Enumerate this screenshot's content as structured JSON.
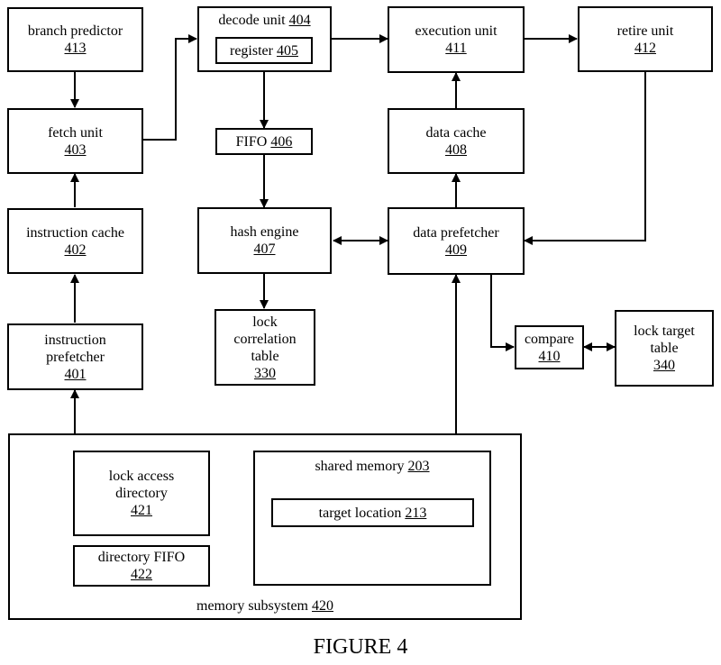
{
  "blocks": {
    "branch_predictor": {
      "label": "branch predictor",
      "num": "413"
    },
    "fetch_unit": {
      "label": "fetch unit",
      "num": "403"
    },
    "instruction_cache": {
      "label": "instruction cache",
      "num": "402"
    },
    "instruction_prefetcher": {
      "label1": "instruction",
      "label2": "prefetcher",
      "num": "401"
    },
    "decode_unit": {
      "label": "decode unit",
      "num": "404"
    },
    "register": {
      "label": "register",
      "num": "405"
    },
    "fifo": {
      "label": "FIFO",
      "num": "406"
    },
    "hash_engine": {
      "label": "hash engine",
      "num": "407"
    },
    "lock_correlation_table": {
      "label1": "lock",
      "label2": "correlation",
      "label3": "table",
      "num": "330"
    },
    "execution_unit": {
      "label": "execution unit",
      "num": "411"
    },
    "retire_unit": {
      "label": "retire unit",
      "num": "412"
    },
    "data_cache": {
      "label": "data cache",
      "num": "408"
    },
    "data_prefetcher": {
      "label": "data prefetcher",
      "num": "409"
    },
    "compare": {
      "label": "compare",
      "num": "410"
    },
    "lock_target_table": {
      "label1": "lock target",
      "label2": "table",
      "num": "340"
    },
    "memory_subsystem": {
      "label": "memory subsystem",
      "num": "420"
    },
    "lock_access_directory": {
      "label1": "lock access",
      "label2": "directory",
      "num": "421"
    },
    "directory_fifo": {
      "label": "directory FIFO",
      "num": "422"
    },
    "shared_memory": {
      "label": "shared memory",
      "num": "203"
    },
    "target_location": {
      "label": "target location",
      "num": "213"
    }
  },
  "caption": "FIGURE 4"
}
